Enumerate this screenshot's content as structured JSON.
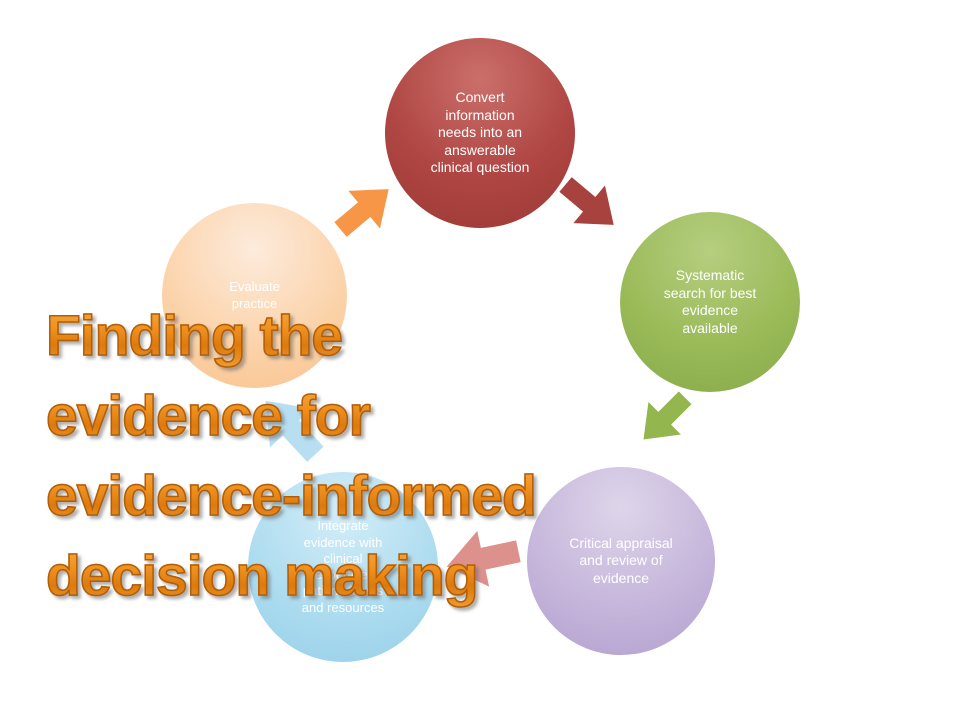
{
  "title": {
    "lines": [
      "Finding the",
      "evidence for",
      "evidence-informed",
      "decision making"
    ]
  },
  "diagram": {
    "type": "cycle",
    "nodes": [
      {
        "id": "convert",
        "label": "Convert\ninformation\nneeds into an\nanswerable\nclinical question"
      },
      {
        "id": "search",
        "label": "Systematic\nsearch for best\nevidence\navailable"
      },
      {
        "id": "appraisal",
        "label": "Critical appraisal\nand review of\nevidence"
      },
      {
        "id": "integrate",
        "label": "Integrate\nevidence with\nclinical\nexpertise,\npatient values\nand resources"
      },
      {
        "id": "evaluate",
        "label": "Evaluate\npractice"
      }
    ],
    "arrows": [
      {
        "id": "evaluate-to-convert",
        "direction": "up-right"
      },
      {
        "id": "convert-to-search",
        "direction": "down-right"
      },
      {
        "id": "search-to-appraisal",
        "direction": "down-left"
      },
      {
        "id": "appraisal-to-integrate",
        "direction": "left"
      },
      {
        "id": "integrate-to-evaluate",
        "direction": "up-left"
      }
    ]
  },
  "colors": {
    "node_convert": "#af4643",
    "node_search": "#9bbb59",
    "node_appraisal": "#c4b4da",
    "node_integrate": "#abdbef",
    "node_evaluate": "#fbd2a8",
    "arrow_to_convert": "#f79646",
    "arrow_to_search": "#a8423f",
    "arrow_to_appraisal": "#94b64f",
    "arrow_to_integrate": "#dd918d",
    "arrow_to_evaluate": "#b7dff1",
    "title_fill": "#ef8c1a",
    "title_outline": "#b05e0a",
    "node_text": "#ffffff",
    "background": "#ffffff"
  }
}
